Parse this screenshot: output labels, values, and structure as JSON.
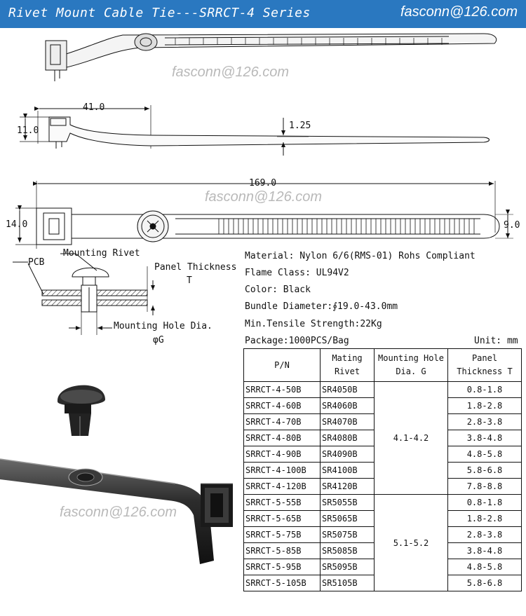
{
  "header": {
    "title": "Rivet Mount Cable Tie---SRRCT-4  Series",
    "email": "fasconn@126.com",
    "background": "#2a78c0"
  },
  "watermarks": [
    "fasconn@126.com",
    "fasconn@126.com",
    "fasconn@126.com"
  ],
  "dimensions": {
    "head_length": "41.0",
    "height": "11.0",
    "strap_thickness": "1.25",
    "overall_length": "169.0",
    "head_width": "14.0",
    "strap_width": "9.0"
  },
  "install_diagram": {
    "pcb_label": "PCB",
    "rivet_label": "Mounting Rivet",
    "panel_label": "Panel Thickness",
    "panel_symbol": "T",
    "hole_label": "Mounting Hole Dia.",
    "hole_symbol": "φG"
  },
  "specs": [
    "Material: Nylon 6/6(RMS-01)  Rohs Compliant",
    "Flame Class: UL94V2",
    "Color: Black",
    "Bundle Diameter:∮19.0-43.0mm",
    "Min.Tensile Strength:22Kg",
    "Package:1000PCS/Bag"
  ],
  "unit_note": "Unit: mm",
  "table": {
    "headers": {
      "pn": "P/N",
      "rivet_1": "Mating",
      "rivet_2": "Rivet",
      "hole_1": "Mounting Hole",
      "hole_2": "Dia.   G",
      "panel_1": "Panel",
      "panel_2": "Thickness  T"
    },
    "groups": [
      {
        "hole": "4.1-4.2",
        "rows": [
          {
            "pn": "SRRCT-4-50B",
            "rivet": "SR4050B",
            "panel": "0.8-1.8"
          },
          {
            "pn": "SRRCT-4-60B",
            "rivet": "SR4060B",
            "panel": "1.8-2.8"
          },
          {
            "pn": "SRRCT-4-70B",
            "rivet": "SR4070B",
            "panel": "2.8-3.8"
          },
          {
            "pn": "SRRCT-4-80B",
            "rivet": "SR4080B",
            "panel": "3.8-4.8"
          },
          {
            "pn": "SRRCT-4-90B",
            "rivet": "SR4090B",
            "panel": "4.8-5.8"
          },
          {
            "pn": "SRRCT-4-100B",
            "rivet": "SR4100B",
            "panel": "5.8-6.8"
          },
          {
            "pn": "SRRCT-4-120B",
            "rivet": "SR4120B",
            "panel": "7.8-8.8"
          }
        ]
      },
      {
        "hole": "5.1-5.2",
        "rows": [
          {
            "pn": "SRRCT-5-55B",
            "rivet": "SR5055B",
            "panel": "0.8-1.8"
          },
          {
            "pn": "SRRCT-5-65B",
            "rivet": "SR5065B",
            "panel": "1.8-2.8"
          },
          {
            "pn": "SRRCT-5-75B",
            "rivet": "SR5075B",
            "panel": "2.8-3.8"
          },
          {
            "pn": "SRRCT-5-85B",
            "rivet": "SR5085B",
            "panel": "3.8-4.8"
          },
          {
            "pn": "SRRCT-5-95B",
            "rivet": "SR5095B",
            "panel": "4.8-5.8"
          },
          {
            "pn": "SRRCT-5-105B",
            "rivet": "SR5105B",
            "panel": "5.8-6.8"
          }
        ]
      }
    ]
  }
}
